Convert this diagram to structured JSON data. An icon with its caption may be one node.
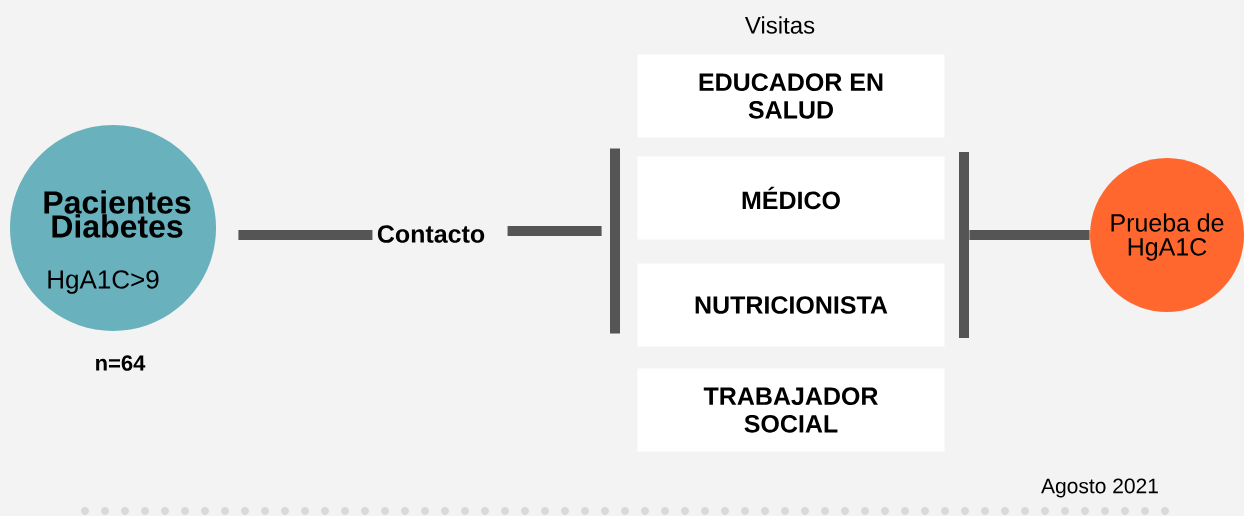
{
  "diagram": {
    "nodes": [
      {
        "text": [
          "Pacientes Diabetes",
          "HgA1C>9"
        ],
        "beside": [
          "n=64"
        ]
      },
      {
        "text": [
          "Contacto"
        ]
      },
      {
        "text": [],
        "shape": "bar"
      },
      {
        "text": [
          "EDUCADOR EN SALUD"
        ]
      },
      {
        "text": [
          "MÉDICO"
        ]
      },
      {
        "text": [
          "NUTRICIONISTA"
        ]
      },
      {
        "text": [
          "TRABAJADOR SOCIAL"
        ]
      },
      {
        "text": [],
        "shape": "bar"
      },
      {
        "text": [
          "Prueba de HgA1C"
        ]
      }
    ],
    "edges": [
      {
        "from": 0,
        "to": 1,
        "arrow": "none"
      },
      {
        "from": 1,
        "to": 2,
        "arrow": "none"
      },
      {
        "from": 7,
        "to": 8,
        "arrow": "none"
      }
    ],
    "labels": [
      "Visitas",
      "Agosto 2021"
    ]
  }
}
